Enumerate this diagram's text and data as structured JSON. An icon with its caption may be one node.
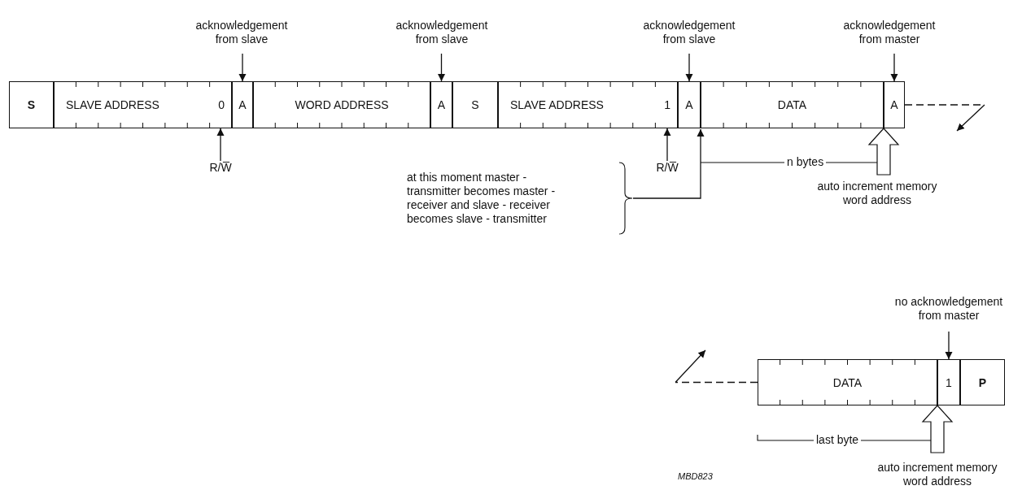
{
  "diagram": {
    "nodes": [
      {
        "text": [
          "S"
        ]
      },
      {
        "text": [
          "SLAVE ADDRESS",
          "0"
        ]
      },
      {
        "text": [
          "A"
        ]
      },
      {
        "text": [
          "WORD ADDRESS"
        ]
      },
      {
        "text": [
          "A"
        ]
      },
      {
        "text": [
          "S"
        ]
      },
      {
        "text": [
          "SLAVE ADDRESS",
          "1"
        ]
      },
      {
        "text": [
          "A"
        ]
      },
      {
        "text": [
          "DATA"
        ]
      },
      {
        "text": [
          "A"
        ]
      },
      {
        "text": [
          "acknowledgement from slave"
        ]
      },
      {
        "text": [
          "acknowledgement from slave"
        ]
      },
      {
        "text": [
          "acknowledgement from slave"
        ]
      },
      {
        "text": [
          "acknowledgement from master"
        ]
      },
      {
        "text": [
          "R/W̅"
        ]
      },
      {
        "text": [
          "R/W̅"
        ]
      },
      {
        "text": [
          "at this moment master - transmitter becomes master - receiver and slave - receiver becomes slave - transmitter"
        ]
      },
      {
        "text": [
          "auto increment memory word address"
        ]
      },
      {
        "text": [
          "DATA"
        ]
      },
      {
        "text": [
          "1"
        ]
      },
      {
        "text": [
          "P"
        ]
      },
      {
        "text": [
          "no acknowledgement from master"
        ]
      },
      {
        "text": [
          "auto increment memory word address"
        ]
      }
    ],
    "edges": [
      {
        "from": 10,
        "to": 2,
        "arrow": "to"
      },
      {
        "from": 11,
        "to": 4,
        "arrow": "to"
      },
      {
        "from": 12,
        "to": 7,
        "arrow": "to"
      },
      {
        "from": 13,
        "to": 9,
        "arrow": "to"
      },
      {
        "from": 14,
        "to": 1,
        "arrow": "to"
      },
      {
        "from": 15,
        "to": 6,
        "arrow": "to"
      },
      {
        "from": 16,
        "to": 8,
        "arrow": "to"
      },
      {
        "from": 17,
        "to": 8,
        "arrow": "to",
        "style": "thick"
      },
      {
        "from": 9,
        "to": null,
        "arrow": "to",
        "style": "dashed"
      },
      {
        "from": 18,
        "to": null,
        "arrow": "to",
        "style": "dashed"
      },
      {
        "from": 21,
        "to": 19,
        "arrow": "to"
      },
      {
        "from": 22,
        "to": 18,
        "arrow": "to",
        "style": "thick"
      }
    ],
    "labels": [
      "n bytes",
      "last byte",
      "MBD823"
    ]
  }
}
